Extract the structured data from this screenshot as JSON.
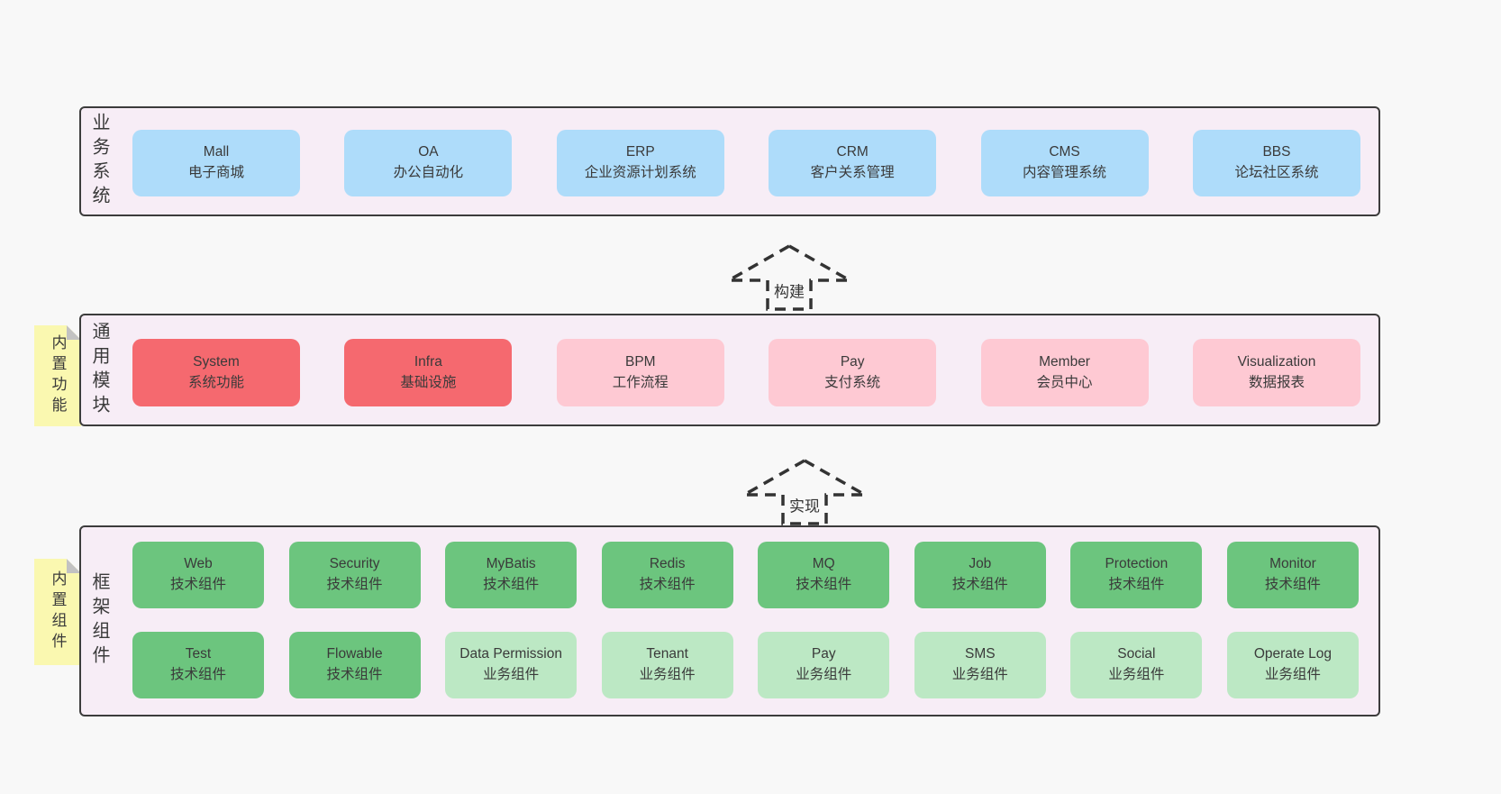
{
  "colors": {
    "page-bg": "#f8f8f8",
    "panel-bg": "#f7edf6",
    "panel-border": "#3c3c3c",
    "box-blue": "#aedcfa",
    "box-red": "#f5696f",
    "box-pink": "#fec9d3",
    "box-green": "#6cc57e",
    "box-lightgreen": "#bce8c4",
    "note-bg": "#faf8b0",
    "note-fold": "#c2c2c2",
    "text": "#3a3a3a"
  },
  "sections": {
    "business": {
      "label": "业务系统",
      "items": [
        {
          "title": "Mall",
          "subtitle": "电子商城"
        },
        {
          "title": "OA",
          "subtitle": "办公自动化"
        },
        {
          "title": "ERP",
          "subtitle": "企业资源计划系统"
        },
        {
          "title": "CRM",
          "subtitle": "客户关系管理"
        },
        {
          "title": "CMS",
          "subtitle": "内容管理系统"
        },
        {
          "title": "BBS",
          "subtitle": "论坛社区系统"
        }
      ]
    },
    "modules": {
      "label": "通用模块",
      "note": "内置功能",
      "items": [
        {
          "title": "System",
          "subtitle": "系统功能"
        },
        {
          "title": "Infra",
          "subtitle": "基础设施"
        },
        {
          "title": "BPM",
          "subtitle": "工作流程"
        },
        {
          "title": "Pay",
          "subtitle": "支付系统"
        },
        {
          "title": "Member",
          "subtitle": "会员中心"
        },
        {
          "title": "Visualization",
          "subtitle": "数据报表"
        }
      ]
    },
    "framework": {
      "label": "框架组件",
      "note": "内置组件",
      "row1": [
        {
          "title": "Web",
          "subtitle": "技术组件"
        },
        {
          "title": "Security",
          "subtitle": "技术组件"
        },
        {
          "title": "MyBatis",
          "subtitle": "技术组件"
        },
        {
          "title": "Redis",
          "subtitle": "技术组件"
        },
        {
          "title": "MQ",
          "subtitle": "技术组件"
        },
        {
          "title": "Job",
          "subtitle": "技术组件"
        },
        {
          "title": "Protection",
          "subtitle": "技术组件"
        },
        {
          "title": "Monitor",
          "subtitle": "技术组件"
        }
      ],
      "row2": [
        {
          "title": "Test",
          "subtitle": "技术组件"
        },
        {
          "title": "Flowable",
          "subtitle": "技术组件"
        },
        {
          "title": "Data Permission",
          "subtitle": "业务组件"
        },
        {
          "title": "Tenant",
          "subtitle": "业务组件"
        },
        {
          "title": "Pay",
          "subtitle": "业务组件"
        },
        {
          "title": "SMS",
          "subtitle": "业务组件"
        },
        {
          "title": "Social",
          "subtitle": "业务组件"
        },
        {
          "title": "Operate Log",
          "subtitle": "业务组件"
        }
      ]
    }
  },
  "arrows": {
    "build": "构建",
    "implement": "实现"
  }
}
